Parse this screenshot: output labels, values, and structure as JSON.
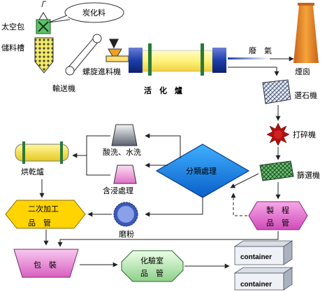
{
  "labels": {
    "bulk_bag": "太空包",
    "storage_tank": "儲料槽",
    "charcoal": "炭化料",
    "conveyor": "輸送機",
    "screw_feeder": "螺旋進料機",
    "activation_furnace": "活　化　爐",
    "exhaust_gas": "廢　氣",
    "chimney": "煙囪",
    "stone_separator": "選石機",
    "crusher": "打碎機",
    "screener": "篩選機",
    "qc_line1": "製　程",
    "qc_line2": "品　管",
    "classification": "分類處理",
    "acid_wash": "酸洗、水洗",
    "impregnation": "含浸處理",
    "dryer": "烘乾爐",
    "secondary_line1": "二次加工",
    "secondary_line2": "品　管",
    "grinding": "磨粉",
    "packaging": "包　裝",
    "lab_line1": "化驗室",
    "lab_line2": "品　管",
    "container_top": "container",
    "container_bottom": "container"
  },
  "colors": {
    "yellow": "#ffd700",
    "blue": "#1e3faa",
    "furnace_yellow": "#fff78a",
    "pink": "#e868c8",
    "green_diamond": "#2c8c46",
    "orange": "#f0a020"
  }
}
